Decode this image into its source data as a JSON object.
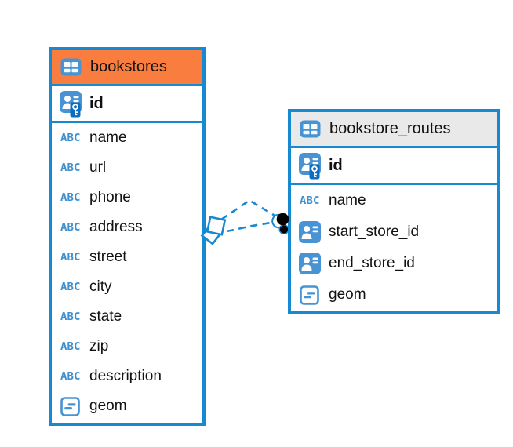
{
  "diagram": {
    "colors": {
      "table_border": "#1789d0",
      "bookstores_header_bg": "#f87d3e",
      "routes_header_bg": "#e9e9e9",
      "icon_blue": "#4793d3",
      "key_badge_blue": "#0d6dc2",
      "relation_line": "#1789d0",
      "relation_dot": "#000000",
      "text": "#111111"
    },
    "tables": [
      {
        "name": "bookstores",
        "primary_key": {
          "name": "id",
          "icon": "person-key-icon"
        },
        "columns": [
          {
            "name": "name",
            "icon": "text-type-icon"
          },
          {
            "name": "url",
            "icon": "text-type-icon"
          },
          {
            "name": "phone",
            "icon": "text-type-icon"
          },
          {
            "name": "address",
            "icon": "text-type-icon"
          },
          {
            "name": "street",
            "icon": "text-type-icon"
          },
          {
            "name": "city",
            "icon": "text-type-icon"
          },
          {
            "name": "state",
            "icon": "text-type-icon"
          },
          {
            "name": "zip",
            "icon": "text-type-icon"
          },
          {
            "name": "description",
            "icon": "text-type-icon"
          },
          {
            "name": "geom",
            "icon": "geometry-type-icon"
          }
        ]
      },
      {
        "name": "bookstore_routes",
        "primary_key": {
          "name": "id",
          "icon": "person-key-icon"
        },
        "columns": [
          {
            "name": "name",
            "icon": "text-type-icon"
          },
          {
            "name": "start_store_id",
            "icon": "person-ref-icon"
          },
          {
            "name": "end_store_id",
            "icon": "person-ref-icon"
          },
          {
            "name": "geom",
            "icon": "geometry-type-icon"
          }
        ]
      }
    ],
    "relationships": {
      "style": "dashed",
      "links": [
        {
          "from": "bookstores",
          "to": "bookstore_routes"
        },
        {
          "from": "bookstores",
          "to": "bookstore_routes"
        }
      ]
    }
  }
}
